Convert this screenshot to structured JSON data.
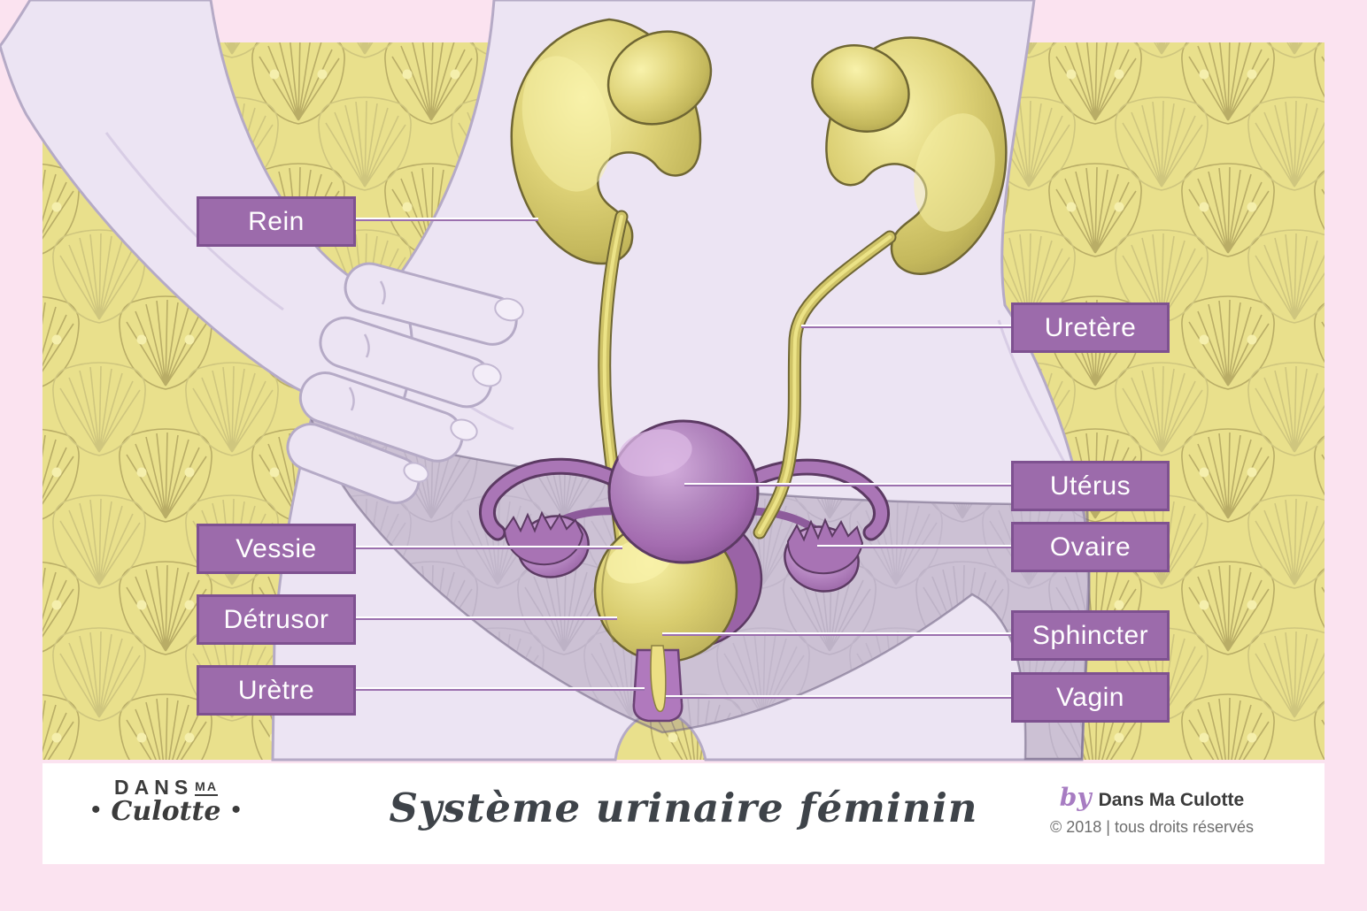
{
  "title": "Système urinaire féminin",
  "labels": [
    {
      "id": "rein",
      "text": "Rein",
      "side": "left"
    },
    {
      "id": "vessie",
      "text": "Vessie",
      "side": "left"
    },
    {
      "id": "detrusor",
      "text": "Détrusor",
      "side": "left"
    },
    {
      "id": "uretre",
      "text": "Urètre",
      "side": "left"
    },
    {
      "id": "uretere",
      "text": "Uretère",
      "side": "right"
    },
    {
      "id": "uterus",
      "text": "Utérus",
      "side": "right"
    },
    {
      "id": "ovaire",
      "text": "Ovaire",
      "side": "right"
    },
    {
      "id": "sphincter",
      "text": "Sphincter",
      "side": "right"
    },
    {
      "id": "vagin",
      "text": "Vagin",
      "side": "right"
    }
  ],
  "brand": {
    "logo_line1": "DANS",
    "logo_ma": "MA",
    "logo_script": "Culotte",
    "dot": "•"
  },
  "credits": {
    "by": "by",
    "name": "Dans Ma Culotte",
    "rights": "© 2018 | tous droits réservés"
  },
  "colors": {
    "background_pink": "#fbe3f0",
    "pattern_yellow": "#e9e08c",
    "label_fill": "#9c6bab",
    "label_border": "#7e5190",
    "leader_purple": "#9b6fae",
    "anatomy_gold": "#cfc367",
    "anatomy_purple": "#a46cb0",
    "body_lavender": "#ece4f3",
    "footer_by_purple": "#a77cc2",
    "text_dark": "#3b3b3b"
  }
}
